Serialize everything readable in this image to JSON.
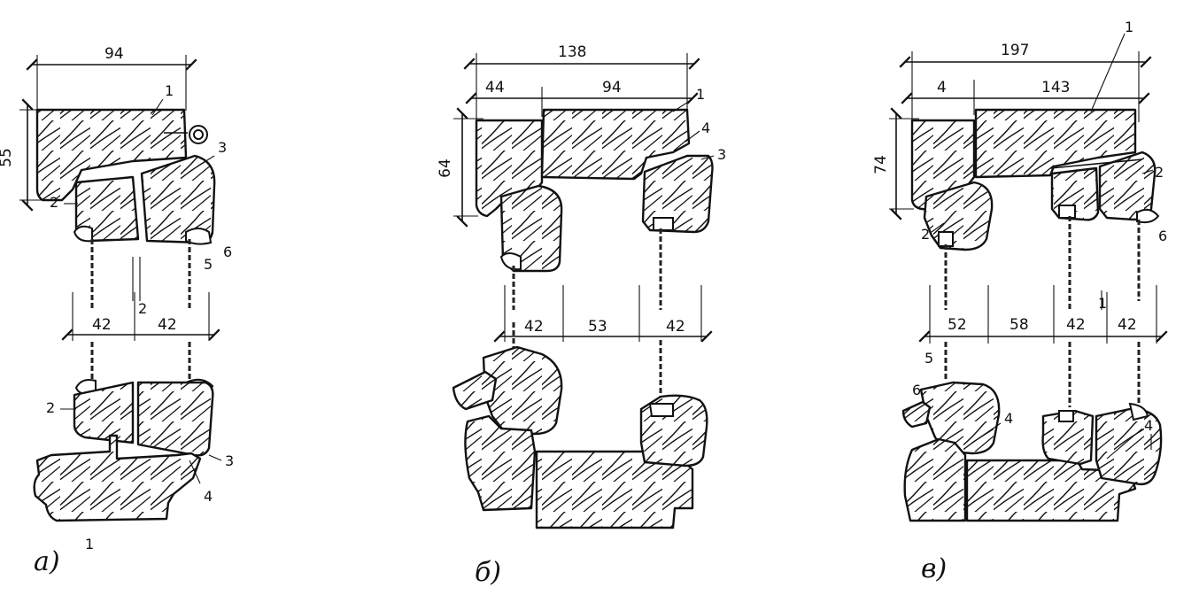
{
  "figure": {
    "panels": [
      {
        "caption": "а)",
        "caption_sup": "1",
        "top_dims": [
          "94"
        ],
        "side_dim": "55",
        "glass_dims": [
          "42",
          "42"
        ],
        "gap_label": "2",
        "callouts_top": [
          "1",
          "3",
          "2",
          "5",
          "6"
        ],
        "callouts_bottom": [
          "2",
          "3",
          "4"
        ]
      },
      {
        "caption": "б)",
        "top_dims": [
          "138",
          "44",
          "94"
        ],
        "side_dim": "64",
        "glass_dims": [
          "42",
          "53",
          "42"
        ],
        "callouts_top": [
          "1",
          "4",
          "3"
        ]
      },
      {
        "caption": "в)",
        "top_dims": [
          "197",
          "4",
          "143"
        ],
        "side_dim": "74",
        "glass_dims": [
          "52",
          "58",
          "42",
          "42"
        ],
        "gap_label": "1",
        "callouts_top": [
          "1",
          "2",
          "6",
          "2"
        ],
        "callouts_bottom": [
          "6",
          "5",
          "4",
          "4"
        ]
      }
    ]
  }
}
